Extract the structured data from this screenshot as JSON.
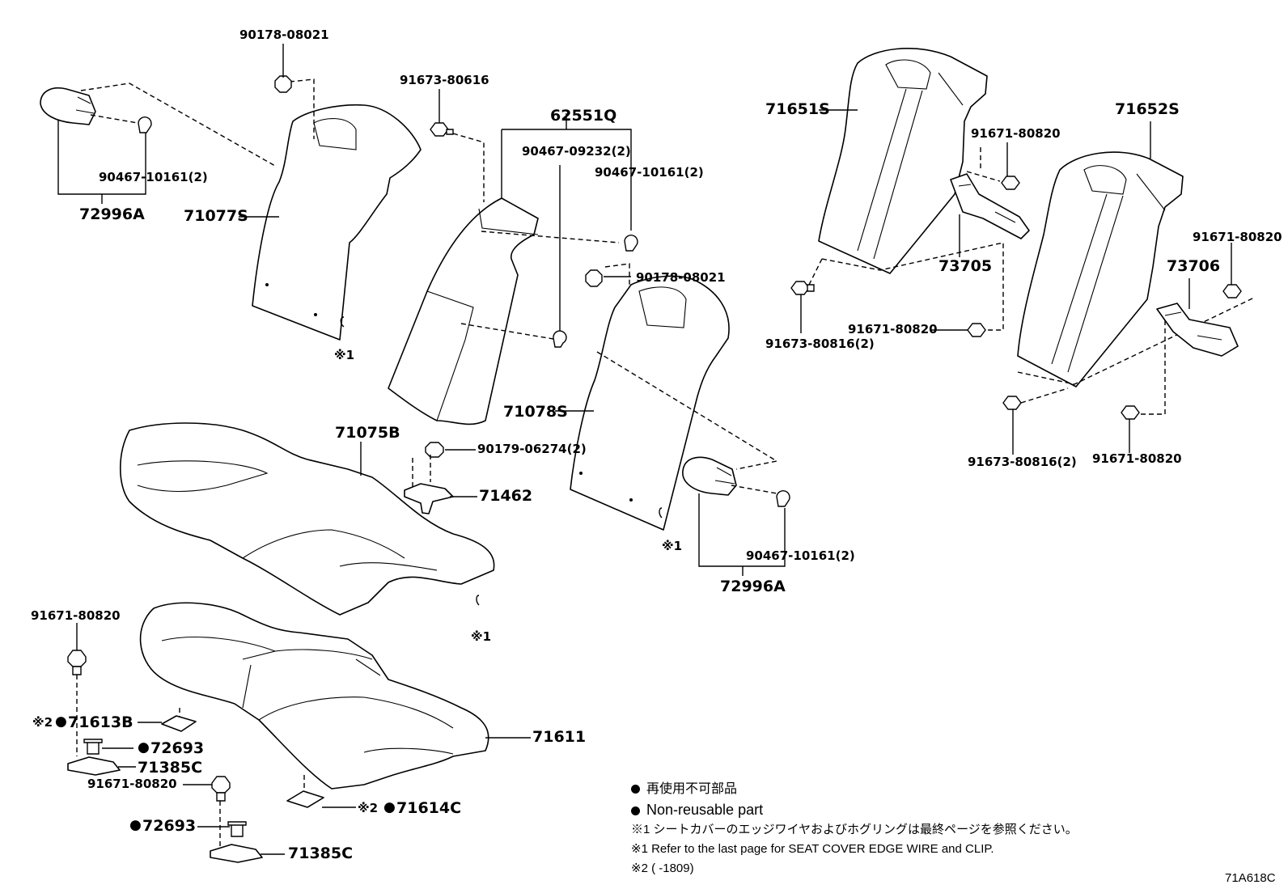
{
  "labels": {
    "p_90178_08021_top": "90178-08021",
    "p_91673_80616": "91673-80616",
    "p_62551Q": "62551Q",
    "p_90467_09232": "90467-09232(2)",
    "p_90467_10161_mid": "90467-10161(2)",
    "p_90467_10161_left": "90467-10161(2)",
    "p_72996A_left": "72996A",
    "p_71077S": "71077S",
    "p_90178_08021_mid": "90178-08021",
    "p_71651S": "71651S",
    "p_71652S": "71652S",
    "p_91671_80820_a": "91671-80820",
    "p_91671_80820_b": "91671-80820",
    "p_73705": "73705",
    "p_73706": "73706",
    "p_91671_80820_c": "91671-80820",
    "p_91673_80816_a": "91673-80816(2)",
    "p_91673_80816_b": "91673-80816(2)",
    "p_91671_80820_d": "91671-80820",
    "p_71075B": "71075B",
    "p_90179_06274": "90179-06274(2)",
    "p_71462": "71462",
    "p_71078S": "71078S",
    "p_90467_10161_right": "90467-10161(2)",
    "p_72996A_right": "72996A",
    "p_91671_80820_e": "91671-80820",
    "p_71613B": "71613B",
    "p_72693_a": "72693",
    "p_71385C_a": "71385C",
    "p_91671_80820_f": "91671-80820",
    "p_72693_b": "72693",
    "p_71385C_b": "71385C",
    "p_71611": "71611",
    "p_71614C": "71614C"
  },
  "refs": {
    "note1": "※1",
    "note2": "※2"
  },
  "legend": {
    "jp_nonreusable": "再使用不可部品",
    "en_nonreusable": "Non-reusable part",
    "note1_jp": "※1 シートカバーのエッジワイヤおよびホグリングは最終ページを参照ください。",
    "note1_en": "※1 Refer to the last page for SEAT COVER EDGE WIRE and CLIP.",
    "note2": "※2 (      -1809)"
  },
  "diagram_code": "71A618C"
}
